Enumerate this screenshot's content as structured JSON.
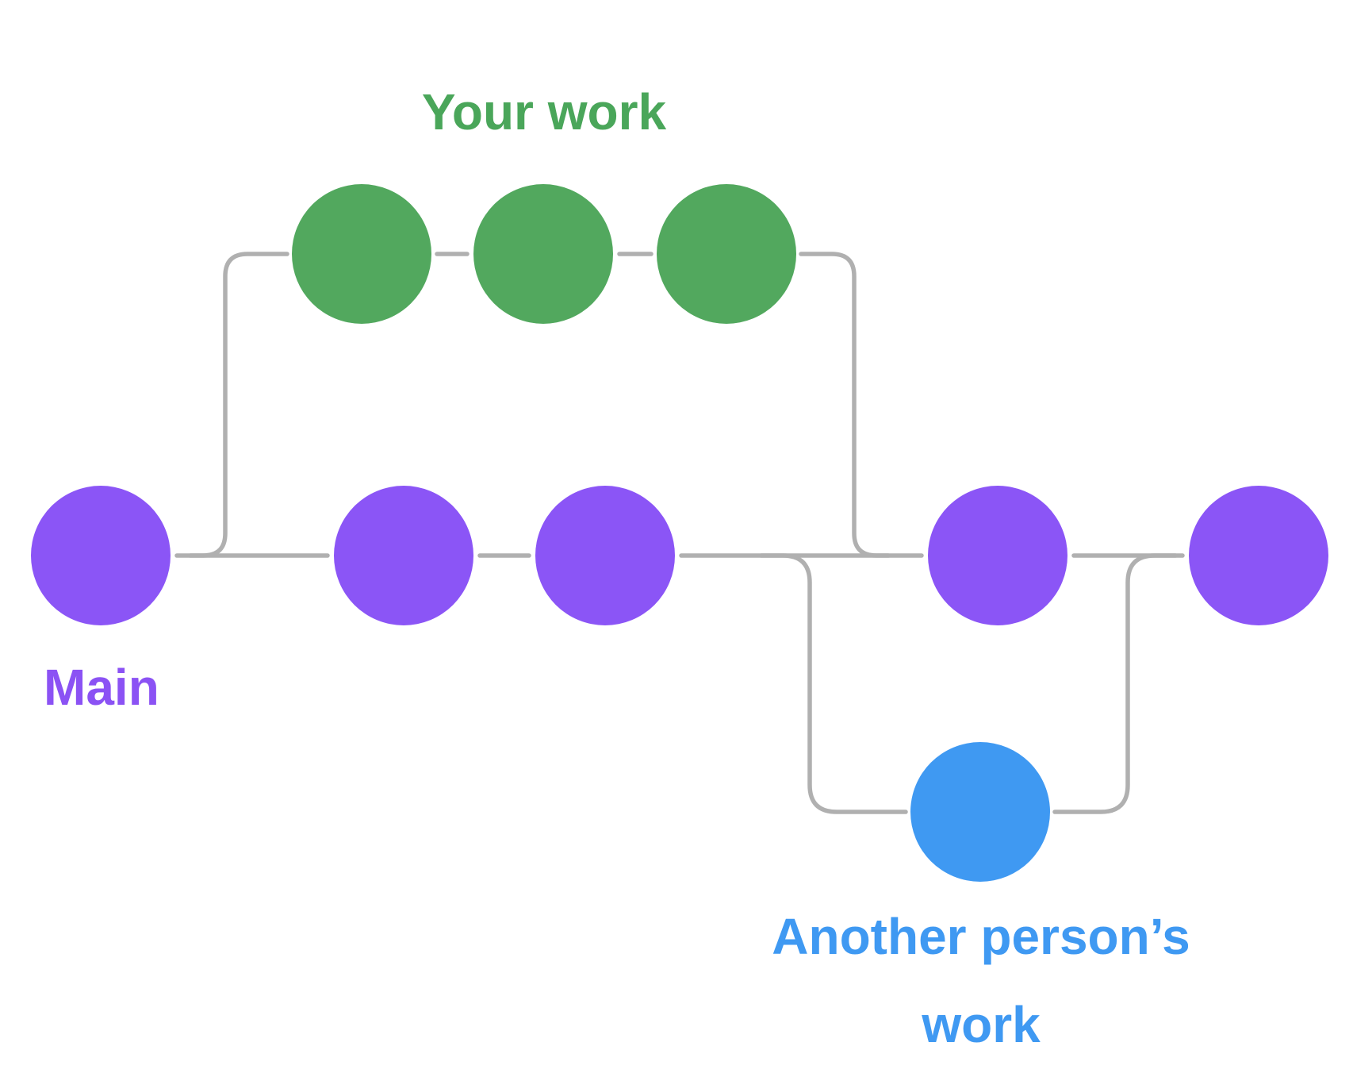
{
  "diagram": {
    "type": "git-branching-illustration",
    "labels": {
      "your_work": "Your work",
      "main": "Main",
      "another_person_line1": "Another person’s",
      "another_person_line2": "work"
    },
    "colors": {
      "your_work_label": "#4aa65a",
      "main_label": "#8b52f4",
      "another_person_label": "#3f99f2",
      "connector_line": "#b0b0b0",
      "background": "#ffffff"
    },
    "branches": [
      {
        "name": "main",
        "label": "Main",
        "commits": 5,
        "color": "#8b55f6"
      },
      {
        "name": "your-work",
        "label": "Your work",
        "commits": 3,
        "color": "#52a85e"
      },
      {
        "name": "another-persons-work",
        "label": "Another person’s work",
        "commits": 1,
        "color": "#3f99f2"
      }
    ]
  }
}
